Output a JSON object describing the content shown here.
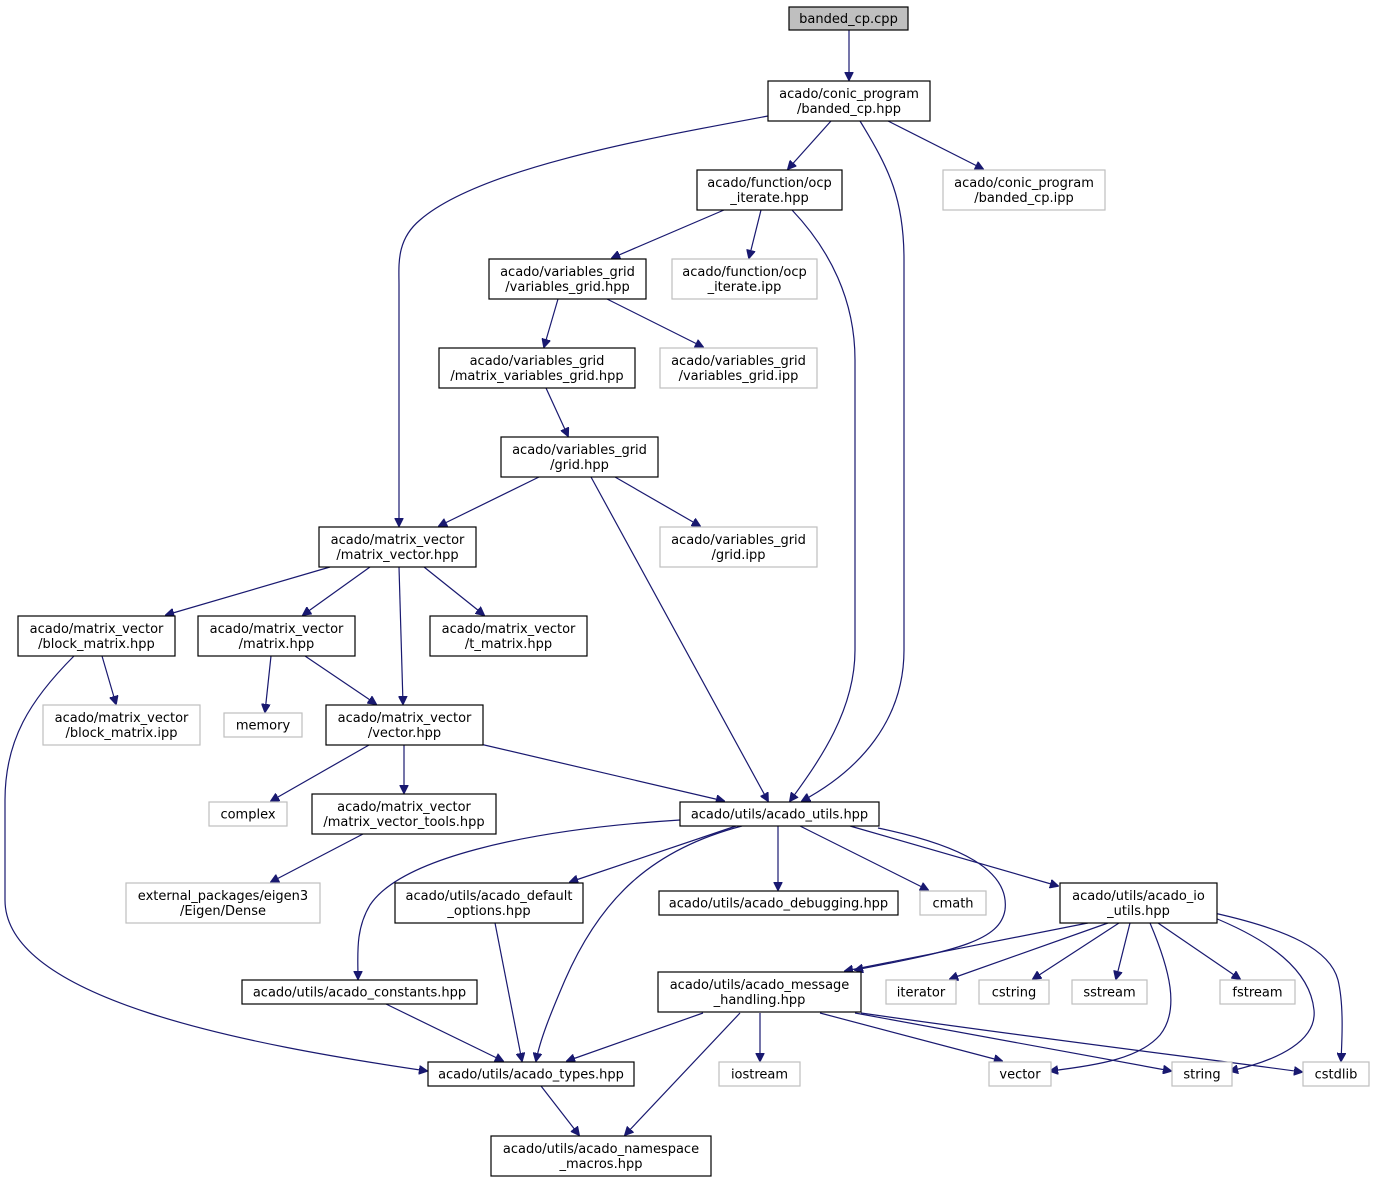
{
  "diagram": {
    "type": "include-dependency-graph",
    "colors": {
      "edge": "#191970",
      "root_fill": "#bfbfbf",
      "node_border": "#000000",
      "external_border": "#bfbfbf"
    },
    "nodes": [
      {
        "id": "root",
        "lines": [
          "banded_cp.cpp"
        ],
        "kind": "root"
      },
      {
        "id": "banded_hpp",
        "lines": [
          "acado/conic_program",
          "/banded_cp.hpp"
        ],
        "kind": "file"
      },
      {
        "id": "banded_ipp",
        "lines": [
          "acado/conic_program",
          "/banded_cp.ipp"
        ],
        "kind": "external"
      },
      {
        "id": "ocp_hpp",
        "lines": [
          "acado/function/ocp",
          "_iterate.hpp"
        ],
        "kind": "file"
      },
      {
        "id": "ocp_ipp",
        "lines": [
          "acado/function/ocp",
          "_iterate.ipp"
        ],
        "kind": "external"
      },
      {
        "id": "vg_hpp",
        "lines": [
          "acado/variables_grid",
          "/variables_grid.hpp"
        ],
        "kind": "file"
      },
      {
        "id": "vg_ipp",
        "lines": [
          "acado/variables_grid",
          "/variables_grid.ipp"
        ],
        "kind": "external"
      },
      {
        "id": "mvg_hpp",
        "lines": [
          "acado/variables_grid",
          "/matrix_variables_grid.hpp"
        ],
        "kind": "file"
      },
      {
        "id": "grid_hpp",
        "lines": [
          "acado/variables_grid",
          "/grid.hpp"
        ],
        "kind": "file"
      },
      {
        "id": "grid_ipp",
        "lines": [
          "acado/variables_grid",
          "/grid.ipp"
        ],
        "kind": "external"
      },
      {
        "id": "mv_hpp",
        "lines": [
          "acado/matrix_vector",
          "/matrix_vector.hpp"
        ],
        "kind": "file"
      },
      {
        "id": "bm_hpp",
        "lines": [
          "acado/matrix_vector",
          "/block_matrix.hpp"
        ],
        "kind": "file"
      },
      {
        "id": "bm_ipp",
        "lines": [
          "acado/matrix_vector",
          "/block_matrix.ipp"
        ],
        "kind": "external"
      },
      {
        "id": "matrix_hpp",
        "lines": [
          "acado/matrix_vector",
          "/matrix.hpp"
        ],
        "kind": "file"
      },
      {
        "id": "tmatrix_hpp",
        "lines": [
          "acado/matrix_vector",
          "/t_matrix.hpp"
        ],
        "kind": "file"
      },
      {
        "id": "memory",
        "lines": [
          "memory"
        ],
        "kind": "external"
      },
      {
        "id": "vector_hpp",
        "lines": [
          "acado/matrix_vector",
          "/vector.hpp"
        ],
        "kind": "file"
      },
      {
        "id": "complex",
        "lines": [
          "complex"
        ],
        "kind": "external"
      },
      {
        "id": "mvtools_hpp",
        "lines": [
          "acado/matrix_vector",
          "/matrix_vector_tools.hpp"
        ],
        "kind": "file"
      },
      {
        "id": "eigen",
        "lines": [
          "external_packages/eigen3",
          "/Eigen/Dense"
        ],
        "kind": "external"
      },
      {
        "id": "utils_hpp",
        "lines": [
          "acado/utils/acado_utils.hpp"
        ],
        "kind": "file"
      },
      {
        "id": "defopt_hpp",
        "lines": [
          "acado/utils/acado_default",
          "_options.hpp"
        ],
        "kind": "file"
      },
      {
        "id": "debug_hpp",
        "lines": [
          "acado/utils/acado_debugging.hpp"
        ],
        "kind": "file"
      },
      {
        "id": "cmath",
        "lines": [
          "cmath"
        ],
        "kind": "external"
      },
      {
        "id": "io_hpp",
        "lines": [
          "acado/utils/acado_io",
          "_utils.hpp"
        ],
        "kind": "file"
      },
      {
        "id": "const_hpp",
        "lines": [
          "acado/utils/acado_constants.hpp"
        ],
        "kind": "file"
      },
      {
        "id": "msg_hpp",
        "lines": [
          "acado/utils/acado_message",
          "_handling.hpp"
        ],
        "kind": "file"
      },
      {
        "id": "iterator",
        "lines": [
          "iterator"
        ],
        "kind": "external"
      },
      {
        "id": "cstring",
        "lines": [
          "cstring"
        ],
        "kind": "external"
      },
      {
        "id": "sstream",
        "lines": [
          "sstream"
        ],
        "kind": "external"
      },
      {
        "id": "fstream",
        "lines": [
          "fstream"
        ],
        "kind": "external"
      },
      {
        "id": "types_hpp",
        "lines": [
          "acado/utils/acado_types.hpp"
        ],
        "kind": "file"
      },
      {
        "id": "iostream",
        "lines": [
          "iostream"
        ],
        "kind": "external"
      },
      {
        "id": "vector",
        "lines": [
          "vector"
        ],
        "kind": "external"
      },
      {
        "id": "string",
        "lines": [
          "string"
        ],
        "kind": "external"
      },
      {
        "id": "cstdlib",
        "lines": [
          "cstdlib"
        ],
        "kind": "external"
      },
      {
        "id": "ns_hpp",
        "lines": [
          "acado/utils/acado_namespace",
          "_macros.hpp"
        ],
        "kind": "file"
      }
    ],
    "edges": [
      [
        "root",
        "banded_hpp"
      ],
      [
        "banded_hpp",
        "mv_hpp"
      ],
      [
        "banded_hpp",
        "ocp_hpp"
      ],
      [
        "banded_hpp",
        "utils_hpp"
      ],
      [
        "banded_hpp",
        "banded_ipp"
      ],
      [
        "ocp_hpp",
        "vg_hpp"
      ],
      [
        "ocp_hpp",
        "ocp_ipp"
      ],
      [
        "ocp_hpp",
        "utils_hpp"
      ],
      [
        "vg_hpp",
        "mvg_hpp"
      ],
      [
        "vg_hpp",
        "vg_ipp"
      ],
      [
        "mvg_hpp",
        "grid_hpp"
      ],
      [
        "grid_hpp",
        "mv_hpp"
      ],
      [
        "grid_hpp",
        "grid_ipp"
      ],
      [
        "grid_hpp",
        "utils_hpp"
      ],
      [
        "mv_hpp",
        "bm_hpp"
      ],
      [
        "mv_hpp",
        "matrix_hpp"
      ],
      [
        "mv_hpp",
        "tmatrix_hpp"
      ],
      [
        "mv_hpp",
        "vector_hpp"
      ],
      [
        "bm_hpp",
        "bm_ipp"
      ],
      [
        "bm_hpp",
        "types_hpp"
      ],
      [
        "matrix_hpp",
        "memory"
      ],
      [
        "matrix_hpp",
        "vector_hpp"
      ],
      [
        "vector_hpp",
        "complex"
      ],
      [
        "vector_hpp",
        "mvtools_hpp"
      ],
      [
        "vector_hpp",
        "utils_hpp"
      ],
      [
        "mvtools_hpp",
        "eigen"
      ],
      [
        "utils_hpp",
        "const_hpp"
      ],
      [
        "utils_hpp",
        "defopt_hpp"
      ],
      [
        "utils_hpp",
        "types_hpp"
      ],
      [
        "utils_hpp",
        "debug_hpp"
      ],
      [
        "utils_hpp",
        "cmath"
      ],
      [
        "utils_hpp",
        "msg_hpp"
      ],
      [
        "utils_hpp",
        "io_hpp"
      ],
      [
        "defopt_hpp",
        "types_hpp"
      ],
      [
        "const_hpp",
        "types_hpp"
      ],
      [
        "io_hpp",
        "msg_hpp"
      ],
      [
        "io_hpp",
        "iterator"
      ],
      [
        "io_hpp",
        "cstring"
      ],
      [
        "io_hpp",
        "sstream"
      ],
      [
        "io_hpp",
        "fstream"
      ],
      [
        "io_hpp",
        "vector"
      ],
      [
        "io_hpp",
        "string"
      ],
      [
        "io_hpp",
        "cstdlib"
      ],
      [
        "msg_hpp",
        "types_hpp"
      ],
      [
        "msg_hpp",
        "ns_hpp"
      ],
      [
        "msg_hpp",
        "iostream"
      ],
      [
        "msg_hpp",
        "vector"
      ],
      [
        "msg_hpp",
        "string"
      ],
      [
        "msg_hpp",
        "cstdlib"
      ],
      [
        "types_hpp",
        "ns_hpp"
      ]
    ]
  }
}
